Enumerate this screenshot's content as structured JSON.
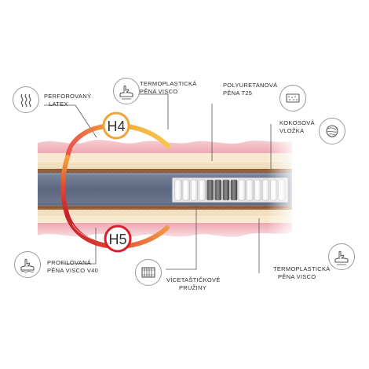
{
  "labels": {
    "latex": [
      "PERFOROVANÝ",
      "LATEX"
    ],
    "visco_top": [
      "TERMOPLASTICKÁ",
      "PĚNA VISCO"
    ],
    "pu_foam": [
      "POLYURETANOVÁ",
      "PĚNA T25"
    ],
    "coconut": [
      "KOKOSOVÁ",
      "VLOŽKA"
    ],
    "visco_v40": [
      "PROFILOVANÁ",
      "PĚNA VISCO V40"
    ],
    "springs": [
      "VÍCETAŠTIČKOVÉ",
      "PRUŽINY"
    ],
    "visco_bottom": [
      "TERMOPLASTICKÁ",
      "PĚNA VISCO"
    ]
  },
  "firmness": {
    "top": "H4",
    "bottom": "H5"
  },
  "colors": {
    "ring_top": "#f2a33a",
    "ring_bottom": "#e0402f",
    "ring_left": "#c8202a",
    "core": "#5f6b84",
    "coconut": "#8b5a33",
    "latex": "#f2b9c2"
  },
  "icons": [
    "latex-waves-icon",
    "visco-hand-icon",
    "foam-block-icon",
    "coconut-fiber-icon",
    "profiled-visco-hand-icon",
    "pocket-springs-icon",
    "visco-hand-icon"
  ]
}
